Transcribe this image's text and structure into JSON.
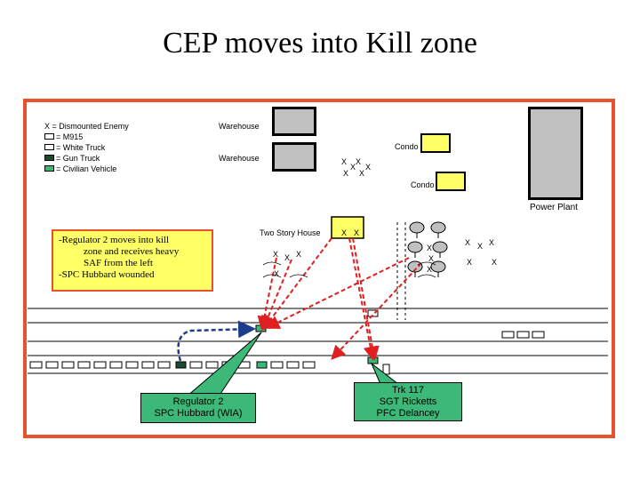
{
  "title": "CEP moves into Kill zone",
  "legend": {
    "enemy": "X = Dismounted Enemy",
    "items": [
      {
        "label": "= M915",
        "color": "#ffffff"
      },
      {
        "label": "= White Truck",
        "color": "#ffffff"
      },
      {
        "label": "= Gun Truck",
        "color": "#1a4d2e"
      },
      {
        "label": "= Civilian Vehicle",
        "color": "#3cb878"
      }
    ]
  },
  "labels": {
    "warehouse1": "Warehouse",
    "warehouse2": "Warehouse",
    "condo1": "Condo",
    "condo2": "Condo",
    "power_plant": "Power Plant",
    "two_story": "Two Story House"
  },
  "note": {
    "line1": "-Regulator 2 moves into kill",
    "line2": "zone and receives heavy",
    "line3": "SAF from the left",
    "line4": "-SPC Hubbard wounded"
  },
  "callouts": {
    "regulator": {
      "line1": "Regulator 2",
      "line2": "SPC Hubbard (WIA)"
    },
    "trk": {
      "line1": "Trk 117",
      "line2": "SGT Ricketts",
      "line3": "PFC Delancey"
    }
  },
  "enemy_mark": "X",
  "colors": {
    "frame": "#e8522c",
    "fire": "#e02020",
    "route": "#1e3c8c",
    "vehicle_green": "#3cb878",
    "note": "#ffff66"
  }
}
